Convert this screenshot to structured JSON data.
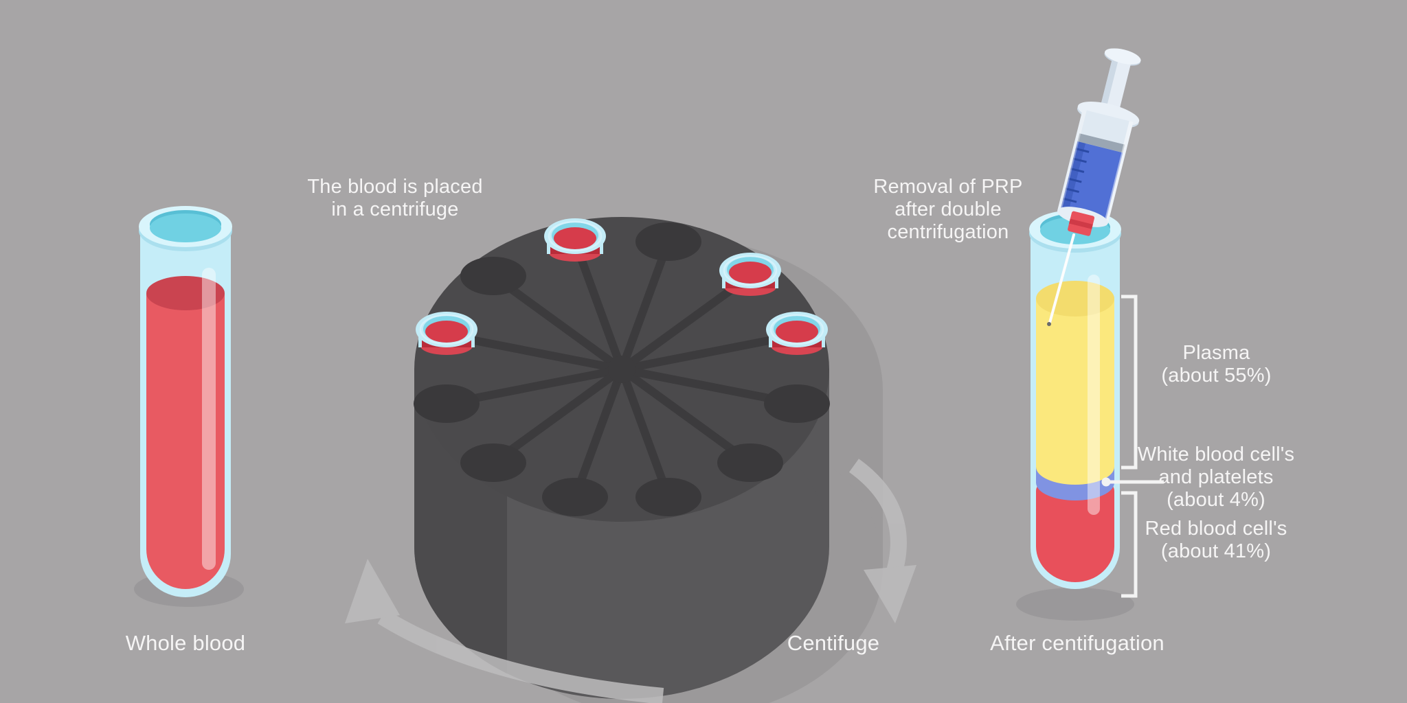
{
  "figure": {
    "steps": [
      {
        "id": "whole-blood",
        "caption": "Whole blood"
      },
      {
        "id": "centrifuge",
        "note": "The blood is placed\nin a centrifuge",
        "caption": "Centifuge",
        "rotor_slots_total": 12,
        "tubes_loaded": 4
      },
      {
        "id": "after-centrifugation",
        "note": "Removal of PRP\nafter double\ncentrifugation",
        "caption": "After centifugation",
        "layers": [
          {
            "name": "plasma",
            "label": "Plasma\n(about 55%)",
            "percent": "about 55%",
            "color": "#fbe87d"
          },
          {
            "name": "white-blood-cells-and-platelets",
            "label": "White blood cell's\nand platelets\n(about 4%)",
            "percent": "about 4%",
            "color": "#8093e2"
          },
          {
            "name": "red-blood-cells",
            "label": "Red blood cell's\n(about 41%)",
            "percent": "about 41%",
            "color": "#e8505b"
          }
        ]
      }
    ]
  },
  "colors": {
    "background": "#a7a5a6",
    "text": "#f6f5f5",
    "blood_red": "#e85a62",
    "blood_red_dark": "#ca4450",
    "plasma_yellow": "#fbe87d",
    "buffy_coat_blue": "#8093e2",
    "rbc_red": "#e8505b",
    "glass_cyan": "#c5edf8",
    "glass_rim": "#d9f5fc",
    "mouth_cyan": "#70d1e3",
    "rotor_top": "#4b4a4c",
    "rotor_body": "#59585a",
    "rotor_slot": "#3a393b",
    "rotor_shadow": "#9b999a",
    "syringe_liquid_blue": "#5170d5",
    "syringe_hub_red": "#e8505b",
    "arrow_gray": "#bdbcbd",
    "bracket_white": "#f3f3f3"
  }
}
